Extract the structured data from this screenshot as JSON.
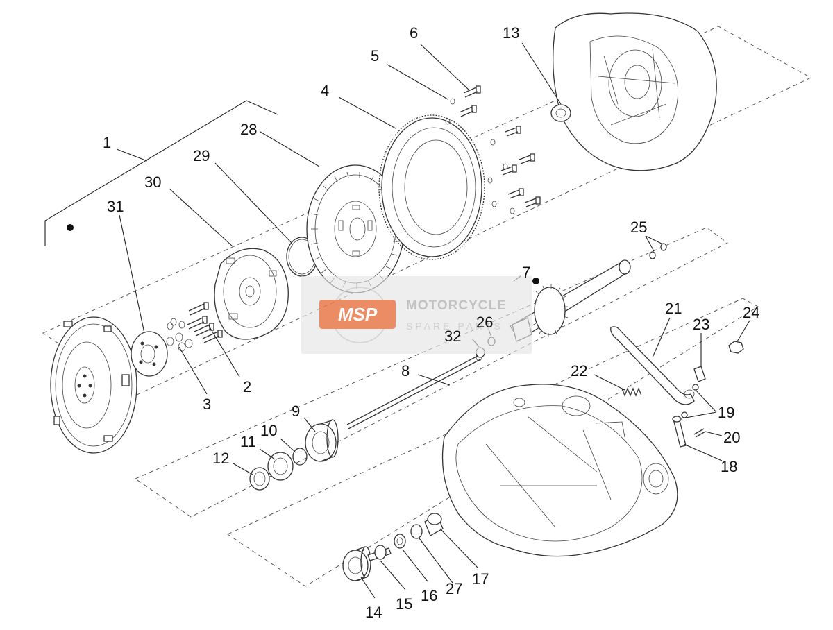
{
  "diagram": {
    "callouts": [
      "1",
      "2",
      "3",
      "4",
      "5",
      "6",
      "7",
      "8",
      "9",
      "10",
      "11",
      "12",
      "13",
      "14",
      "15",
      "16",
      "17",
      "18",
      "19",
      "20",
      "21",
      "22",
      "23",
      "24",
      "25",
      "26",
      "27",
      "28",
      "29",
      "30",
      "31",
      "32"
    ]
  },
  "watermark": {
    "logo_text": "MSP",
    "title": "MOTORCYCLE",
    "subtitle": "SPARE PARTS",
    "brand_color": "#e8784a"
  }
}
